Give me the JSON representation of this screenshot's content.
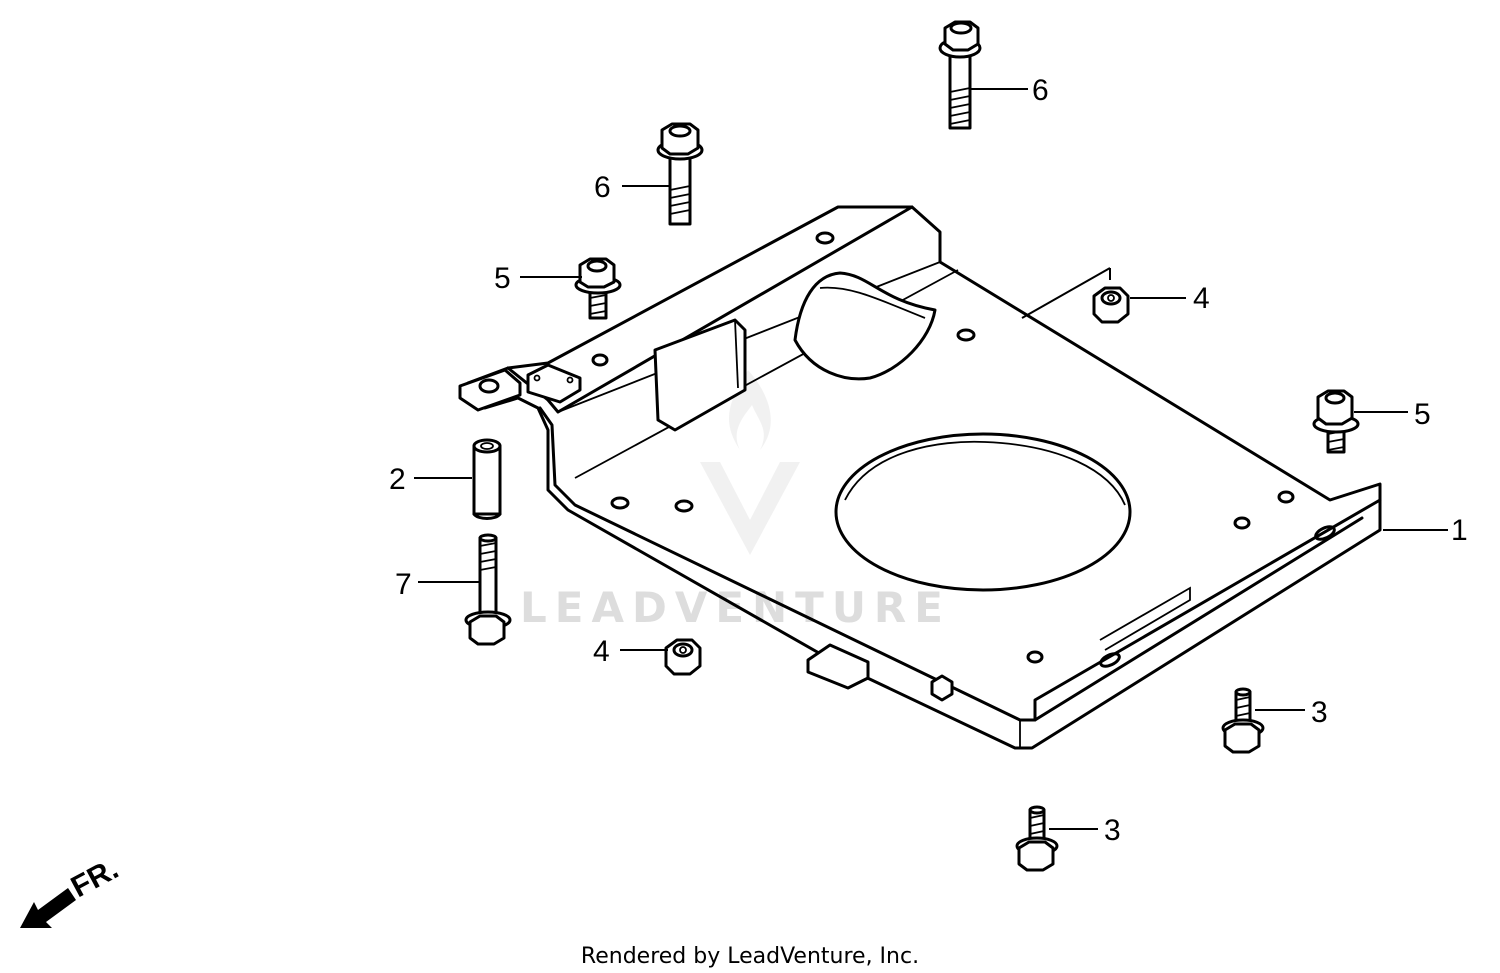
{
  "diagram": {
    "footer": "Rendered by LeadVenture, Inc.",
    "watermark": "LEADVENTURE",
    "direction_label": "FR.",
    "callouts": {
      "c1": "1",
      "c2": "2",
      "c3a": "3",
      "c3b": "3",
      "c4a": "4",
      "c4b": "4",
      "c5a": "5",
      "c5b": "5",
      "c6a": "6",
      "c6b": "6",
      "c7": "7"
    }
  }
}
